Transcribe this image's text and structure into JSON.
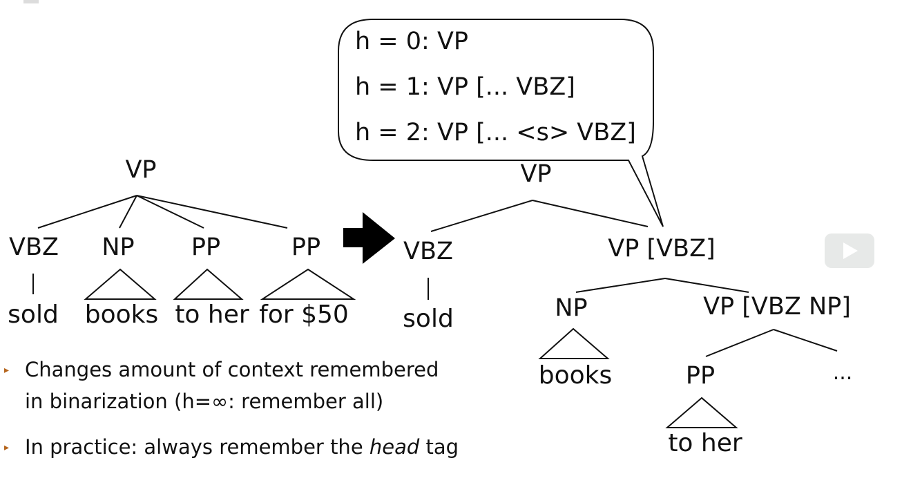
{
  "left_tree": {
    "root": "VP",
    "children": [
      "VBZ",
      "NP",
      "PP",
      "PP"
    ],
    "leaves": [
      "sold",
      "books",
      "to her",
      "for $50"
    ]
  },
  "right_tree": {
    "root": "VP",
    "left_child": "VBZ",
    "left_leaf": "sold",
    "right_child": "VP [VBZ]",
    "np": "NP",
    "np_leaf": "books",
    "vp_inner": "VP [VBZ NP]",
    "pp": "PP",
    "pp_leaf": "to her",
    "ellipsis": "..."
  },
  "bubble": {
    "lines": [
      "h = 0: VP",
      "h = 1: VP [... VBZ]",
      "h = 2: VP [... <s> VBZ]"
    ]
  },
  "bullets": {
    "b1_line1": "Changes amount of context remembered",
    "b1_line2": "in binarization (h=∞: remember all)",
    "b2_prefix": "In practice: always remember the ",
    "b2_em": "head",
    "b2_suffix": " tag",
    "marker": "▸"
  },
  "icons": {
    "arrow": "right-arrow-icon",
    "play": "play-icon"
  },
  "colors": {
    "bullet": "#b5651d",
    "play_bg": "#e7e9e8",
    "play_fg": "#ffffff"
  }
}
